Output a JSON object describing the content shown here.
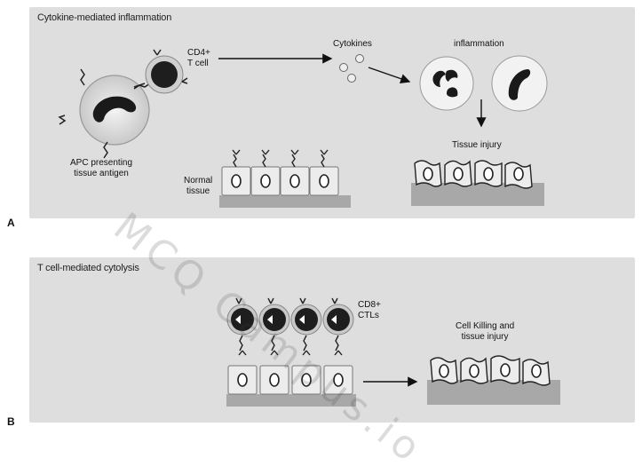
{
  "panel_a": {
    "letter": "A",
    "title": "Cytokine-mediated inflammation",
    "labels": {
      "cd4_line1": "CD4+",
      "cd4_line2": "T cell",
      "cytokines": "Cytokines",
      "inflammation": "inflammation",
      "tissue_injury": "Tissue injury",
      "apc_line1": "APC presenting",
      "apc_line2": "tissue antigen",
      "normal_line1": "Normal",
      "normal_line2": "tissue"
    }
  },
  "panel_b": {
    "letter": "B",
    "title": "T cell-mediated cytolysis",
    "labels": {
      "cd8_line1": "CD8+",
      "cd8_line2": "CTLs",
      "killing_line1": "Cell Killing and",
      "killing_line2": "tissue injury"
    }
  },
  "watermark": "MCQ Campus.io",
  "colors": {
    "panel_bg": "#dedede",
    "tissue_base": "#a8a8a8",
    "cell_dark": "#1e1e1e"
  }
}
